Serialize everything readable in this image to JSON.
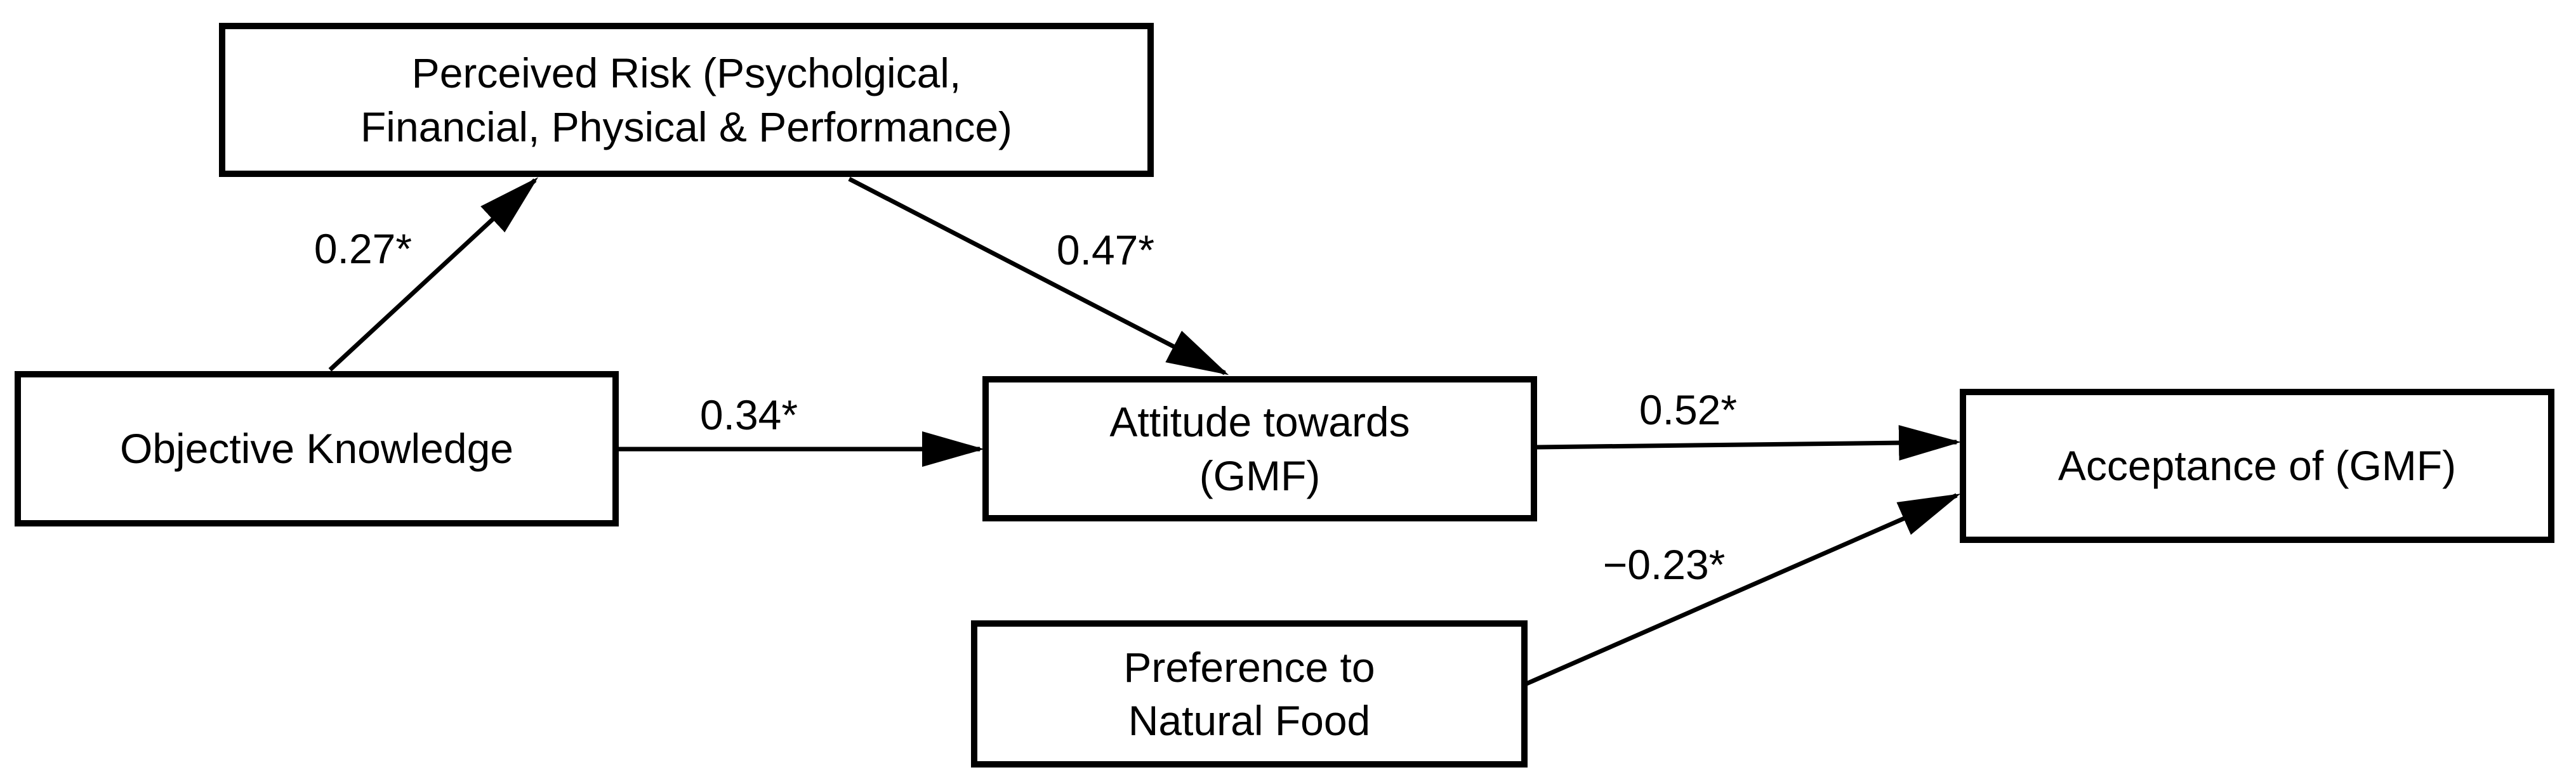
{
  "diagram": {
    "type": "path-model",
    "colors": {
      "background": "#ffffff",
      "box_border": "#000000",
      "arrow": "#000000",
      "text": "#000000"
    },
    "nodes": [
      {
        "id": "objective-knowledge",
        "label": "Objective Knowledge"
      },
      {
        "id": "perceived-risk",
        "label": "Perceived Risk (Psycholgical,\nFinancial, Physical & Performance)"
      },
      {
        "id": "attitude-gmf",
        "label": "Attitude towards\n(GMF)"
      },
      {
        "id": "preference-natural-food",
        "label": "Preference to\nNatural Food"
      },
      {
        "id": "acceptance-gmf",
        "label": "Acceptance of (GMF)"
      }
    ],
    "edges": [
      {
        "from": "objective-knowledge",
        "to": "perceived-risk",
        "coefficient": "0.27*"
      },
      {
        "from": "perceived-risk",
        "to": "attitude-gmf",
        "coefficient": "0.47*"
      },
      {
        "from": "objective-knowledge",
        "to": "attitude-gmf",
        "coefficient": "0.34*"
      },
      {
        "from": "attitude-gmf",
        "to": "acceptance-gmf",
        "coefficient": "0.52*"
      },
      {
        "from": "preference-natural-food",
        "to": "acceptance-gmf",
        "coefficient": "−0.23*"
      }
    ]
  }
}
